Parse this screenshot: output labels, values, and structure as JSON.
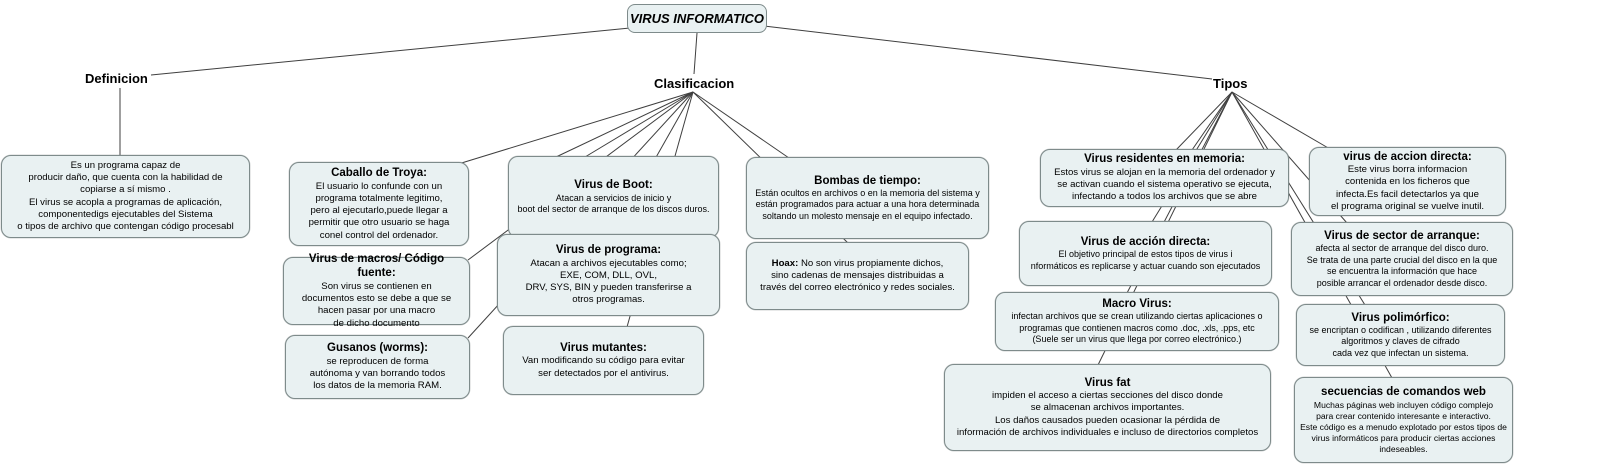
{
  "diagram": {
    "root": {
      "label": "VIRUS INFORMATICO"
    },
    "branches": {
      "definicion": {
        "label": "Definicion"
      },
      "clasificacion": {
        "label": "Clasificacion"
      },
      "tipos": {
        "label": "Tipos"
      }
    },
    "nodes": {
      "definicion_desc": {
        "body": "Es un programa capaz de\nproducir daño, que cuenta con la habilidad de\ncopiarse a sí mismo .\nEl virus se acopla a programas de aplicación,\ncomponentedigs ejecutables del Sistema\no tipos de archivo que contengan código procesabl"
      },
      "caballo": {
        "title": "Caballo de Troya:",
        "body": "El usuario lo confunde con un\nprograma totalmente legitimo,\npero al ejecutarlo,puede llegar a\npermitir que otro usuario se haga\nconel control del ordenador."
      },
      "macros": {
        "title": "Virus de macros/ Código fuente:",
        "body": "Son virus se contienen en\ndocumentos esto se debe  a que  se\nhacen pasar por una macro\nde dicho documento"
      },
      "gusanos": {
        "title": "Gusanos (worms):",
        "body": "se reproducen de forma\nautónoma y van borrando todos\nlos datos de la memoria RAM."
      },
      "boot": {
        "title": "Virus de Boot:",
        "body": "Atacan a servicios de inicio y\nboot del sector de arranque de los discos duros."
      },
      "programa": {
        "title": "Virus de programa:",
        "body": "Atacan a archivos ejecutables como;\nEXE, COM, DLL, OVL,\nDRV, SYS, BIN y pueden transferirse a\notros programas."
      },
      "mutantes": {
        "title": "Virus mutantes:",
        "body": "Van modificando su código para evitar\nser detectados por el antivirus."
      },
      "bombas": {
        "title": "Bombas de tiempo:",
        "body": "Están ocultos en archivos o en la memoria del sistema y\nestán programados para actuar a una hora determinada\nsoltando un molesto mensaje en el equipo infectado."
      },
      "hoax": {
        "title": "Hoax:",
        "body": "No son virus propiamente dichos,\nsino cadenas de mensajes  distribuidas a\ntravés del correo electrónico y redes sociales."
      },
      "residentes": {
        "title": "Virus residentes en memoria:",
        "body": "Estos virus se alojan en la memoria del ordenador y\nse activan cuando el sistema operativo se ejecuta,\ninfectando a todos los archivos que se abre"
      },
      "accion_directa_tipos": {
        "title": "Virus de acción directa:",
        "body": "El objetivo principal de estos tipos de virus i\nnformáticos es replicarse y actuar cuando son ejecutados"
      },
      "macro_virus": {
        "title": "Macro Virus:",
        "body": "infectan archivos que se crean utilizando ciertas aplicaciones o\nprogramas que contienen macros como .doc, .xls, .pps, etc\n(Suele ser un virus que llega por correo electrónico.)"
      },
      "fat": {
        "title": "Virus fat",
        "body": "impiden el acceso a ciertas secciones del disco donde\nse almacenan archivos importantes.\nLos daños causados pueden ocasionar la pérdida de\ninformación de archivos individuales e incluso de directorios completos"
      },
      "accion_directa_right": {
        "title": "virus de accion directa:",
        "body": "Este virus borra informacion\ncontenida en los ficheros que\ninfecta.Es facil detectarlos ya que\nel programa original se vuelve inutil."
      },
      "sector_arranque": {
        "title": "Virus de sector de arranque:",
        "body": "afecta al sector de arranque del disco duro.\nSe trata de una parte crucial del disco en la que\nse encuentra la información que hace\nposible arrancar el ordenador desde disco."
      },
      "polimorfico": {
        "title": "Virus polimórfico:",
        "body": "se encriptan o codifican , utilizando diferentes\nalgoritmos y claves de cifrado\ncada vez que infectan un sistema."
      },
      "secuencias": {
        "title": "secuencias de comandos web",
        "body": "Muchas páginas web incluyen código complejo\npara crear contenido interesante e interactivo.\nEste código es a menudo explotado por estos tipos de\nvirus informáticos para producir ciertas acciones indeseables."
      }
    }
  },
  "colors": {
    "node_fill": "#e9f1f2",
    "node_border": "#7e8b8b",
    "connector": "#3f3f3f",
    "text": "#000000"
  }
}
